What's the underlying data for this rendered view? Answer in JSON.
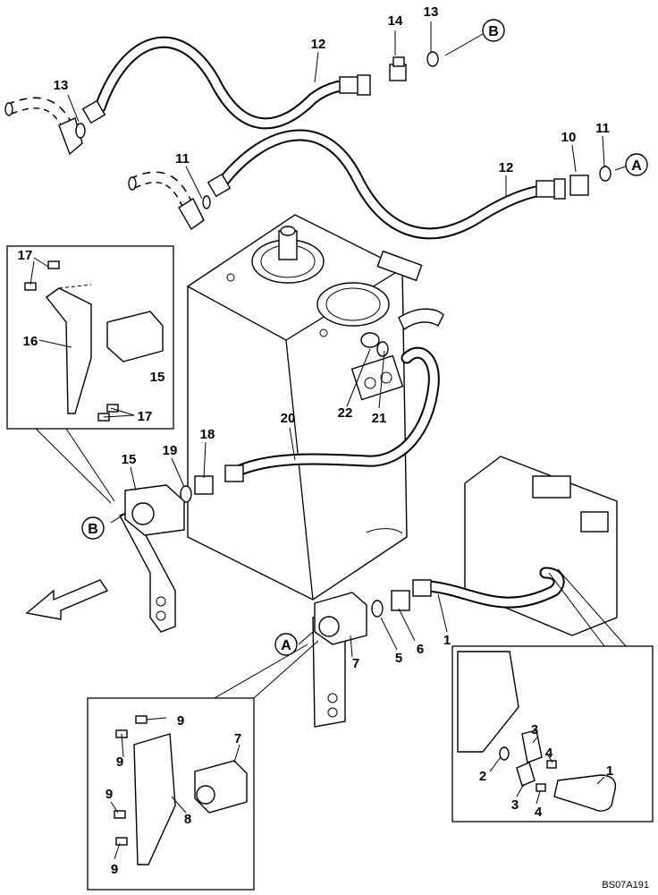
{
  "drawing_code": "BS07A191",
  "callouts": [
    {
      "id": "c-b-top",
      "letter": "B"
    },
    {
      "id": "c-a-top",
      "letter": "A"
    },
    {
      "id": "c-b-left",
      "letter": "B"
    },
    {
      "id": "c-a-bottom",
      "letter": "A"
    }
  ],
  "part_labels": [
    {
      "id": "p14",
      "text": "14"
    },
    {
      "id": "p13a",
      "text": "13"
    },
    {
      "id": "p12a",
      "text": "12"
    },
    {
      "id": "p13b",
      "text": "13"
    },
    {
      "id": "p11a",
      "text": "11"
    },
    {
      "id": "p10",
      "text": "10"
    },
    {
      "id": "p11b",
      "text": "11"
    },
    {
      "id": "p12b",
      "text": "12"
    },
    {
      "id": "p17a",
      "text": "17"
    },
    {
      "id": "p16",
      "text": "16"
    },
    {
      "id": "p15a",
      "text": "15"
    },
    {
      "id": "p17b",
      "text": "17"
    },
    {
      "id": "p22",
      "text": "22"
    },
    {
      "id": "p21",
      "text": "21"
    },
    {
      "id": "p20",
      "text": "20"
    },
    {
      "id": "p18",
      "text": "18"
    },
    {
      "id": "p19",
      "text": "19"
    },
    {
      "id": "p15b",
      "text": "15"
    },
    {
      "id": "p1a",
      "text": "1"
    },
    {
      "id": "p7a",
      "text": "7"
    },
    {
      "id": "p5",
      "text": "5"
    },
    {
      "id": "p6",
      "text": "6"
    },
    {
      "id": "p9a",
      "text": "9"
    },
    {
      "id": "p9b",
      "text": "9"
    },
    {
      "id": "p7b",
      "text": "7"
    },
    {
      "id": "p8",
      "text": "8"
    },
    {
      "id": "p9c",
      "text": "9"
    },
    {
      "id": "p9d",
      "text": "9"
    },
    {
      "id": "p3a",
      "text": "3"
    },
    {
      "id": "p4a",
      "text": "4"
    },
    {
      "id": "p2",
      "text": "2"
    },
    {
      "id": "p1b",
      "text": "1"
    },
    {
      "id": "p3b",
      "text": "3"
    },
    {
      "id": "p4b",
      "text": "4"
    }
  ]
}
